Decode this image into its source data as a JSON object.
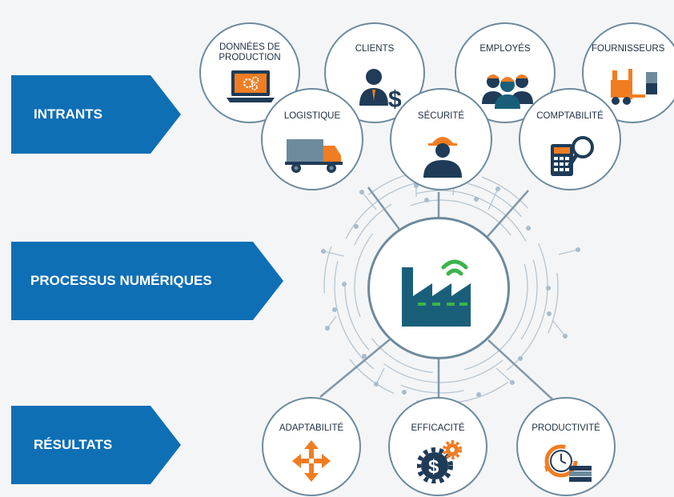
{
  "stages": {
    "inputs": "INTRANTS",
    "process": "PROCESSUS NUMÉRIQUES",
    "outputs": "RÉSULTATS"
  },
  "inputs": {
    "production_data": "DONNÉES DE PRODUCTION",
    "clients": "CLIENTS",
    "employees": "EMPLOYÉS",
    "suppliers": "FOURNISSEURS",
    "logistics": "LOGISTIQUE",
    "security": "SÉCURITÉ",
    "accounting": "COMPTABILITÉ"
  },
  "outputs": {
    "adaptability": "ADAPTABILITÉ",
    "efficiency": "EFFICACITÉ",
    "productivity": "PRODUCTIVITÉ"
  },
  "colors": {
    "arrow": "#0e6fb5",
    "orange": "#f07d22",
    "navy": "#1f3b57",
    "teal": "#1a5f7a",
    "green": "#3ab54a",
    "circle_border": "#6e8a9d",
    "circuit": "#a9bccb"
  }
}
